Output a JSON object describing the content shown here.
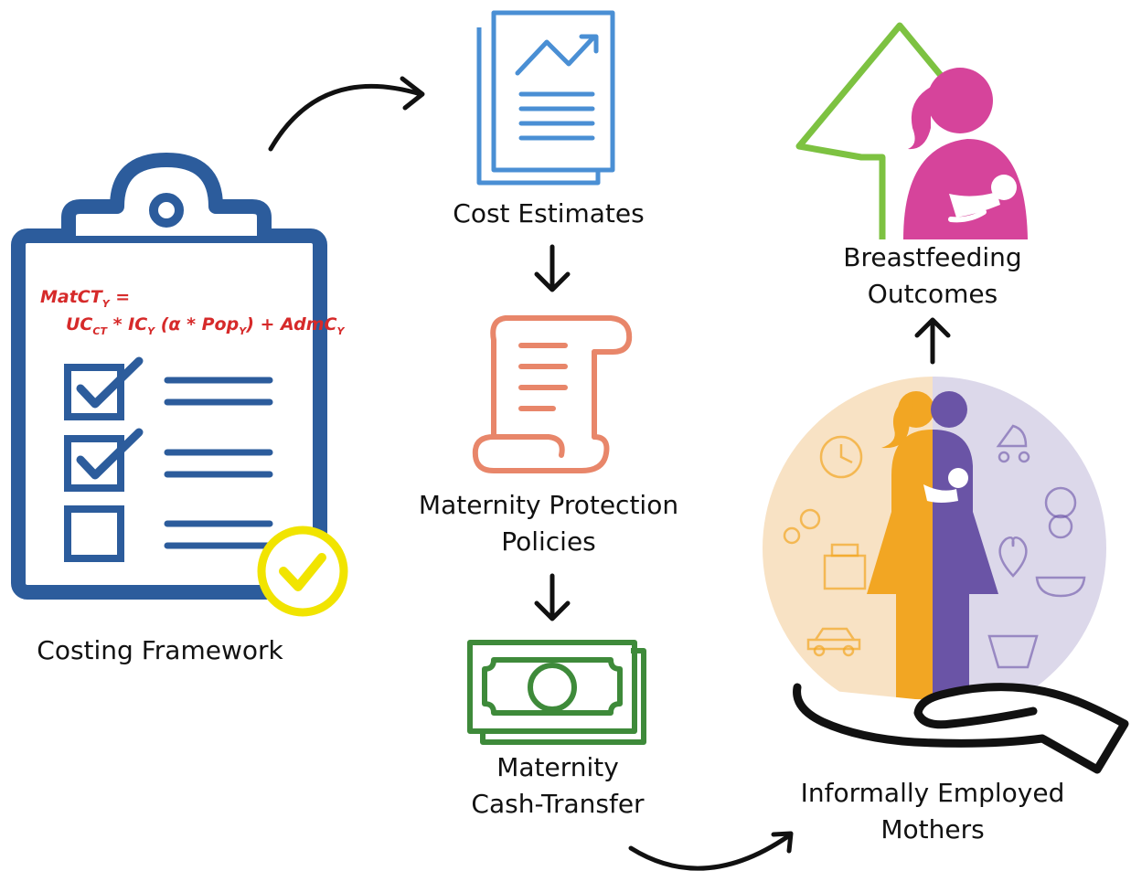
{
  "labels": {
    "costing_framework": "Costing Framework",
    "cost_estimates": "Cost Estimates",
    "maternity_policies": [
      "Maternity Protection",
      "Policies"
    ],
    "cash_transfer": [
      "Maternity",
      "Cash-Transfer"
    ],
    "breastfeeding": [
      "Breastfeeding",
      "Outcomes"
    ],
    "mothers": [
      "Informally Employed",
      "Mothers"
    ]
  },
  "formula": {
    "line1": {
      "a": "MatCT",
      "a_sub": "Y",
      "eq": " ="
    },
    "line2": {
      "uc": "UC",
      "uc_sub": "CT",
      "ic": " * IC",
      "ic_sub": "Y",
      "pop": " (α * Pop",
      "pop_sub": "Y",
      "adm": ") + AdmC",
      "adm_sub": "Y"
    }
  },
  "colors": {
    "clipboard": "#2c5c9c",
    "check_badge": "#f1e400",
    "formula": "#d62a2a",
    "report": "#4a8fd4",
    "scroll": "#e8866a",
    "cash": "#3e8a3a",
    "arrow_up": "#7dc241",
    "mother_pink": "#d6449b",
    "orange": "#f2a623",
    "purple": "#6a54a6"
  },
  "icons": [
    "clipboard-icon",
    "report-chart-icon",
    "policy-scroll-icon",
    "banknote-icon",
    "mother-breastfeeding-icon",
    "growth-arrow-icon",
    "working-mother-icon",
    "hand-icon"
  ]
}
